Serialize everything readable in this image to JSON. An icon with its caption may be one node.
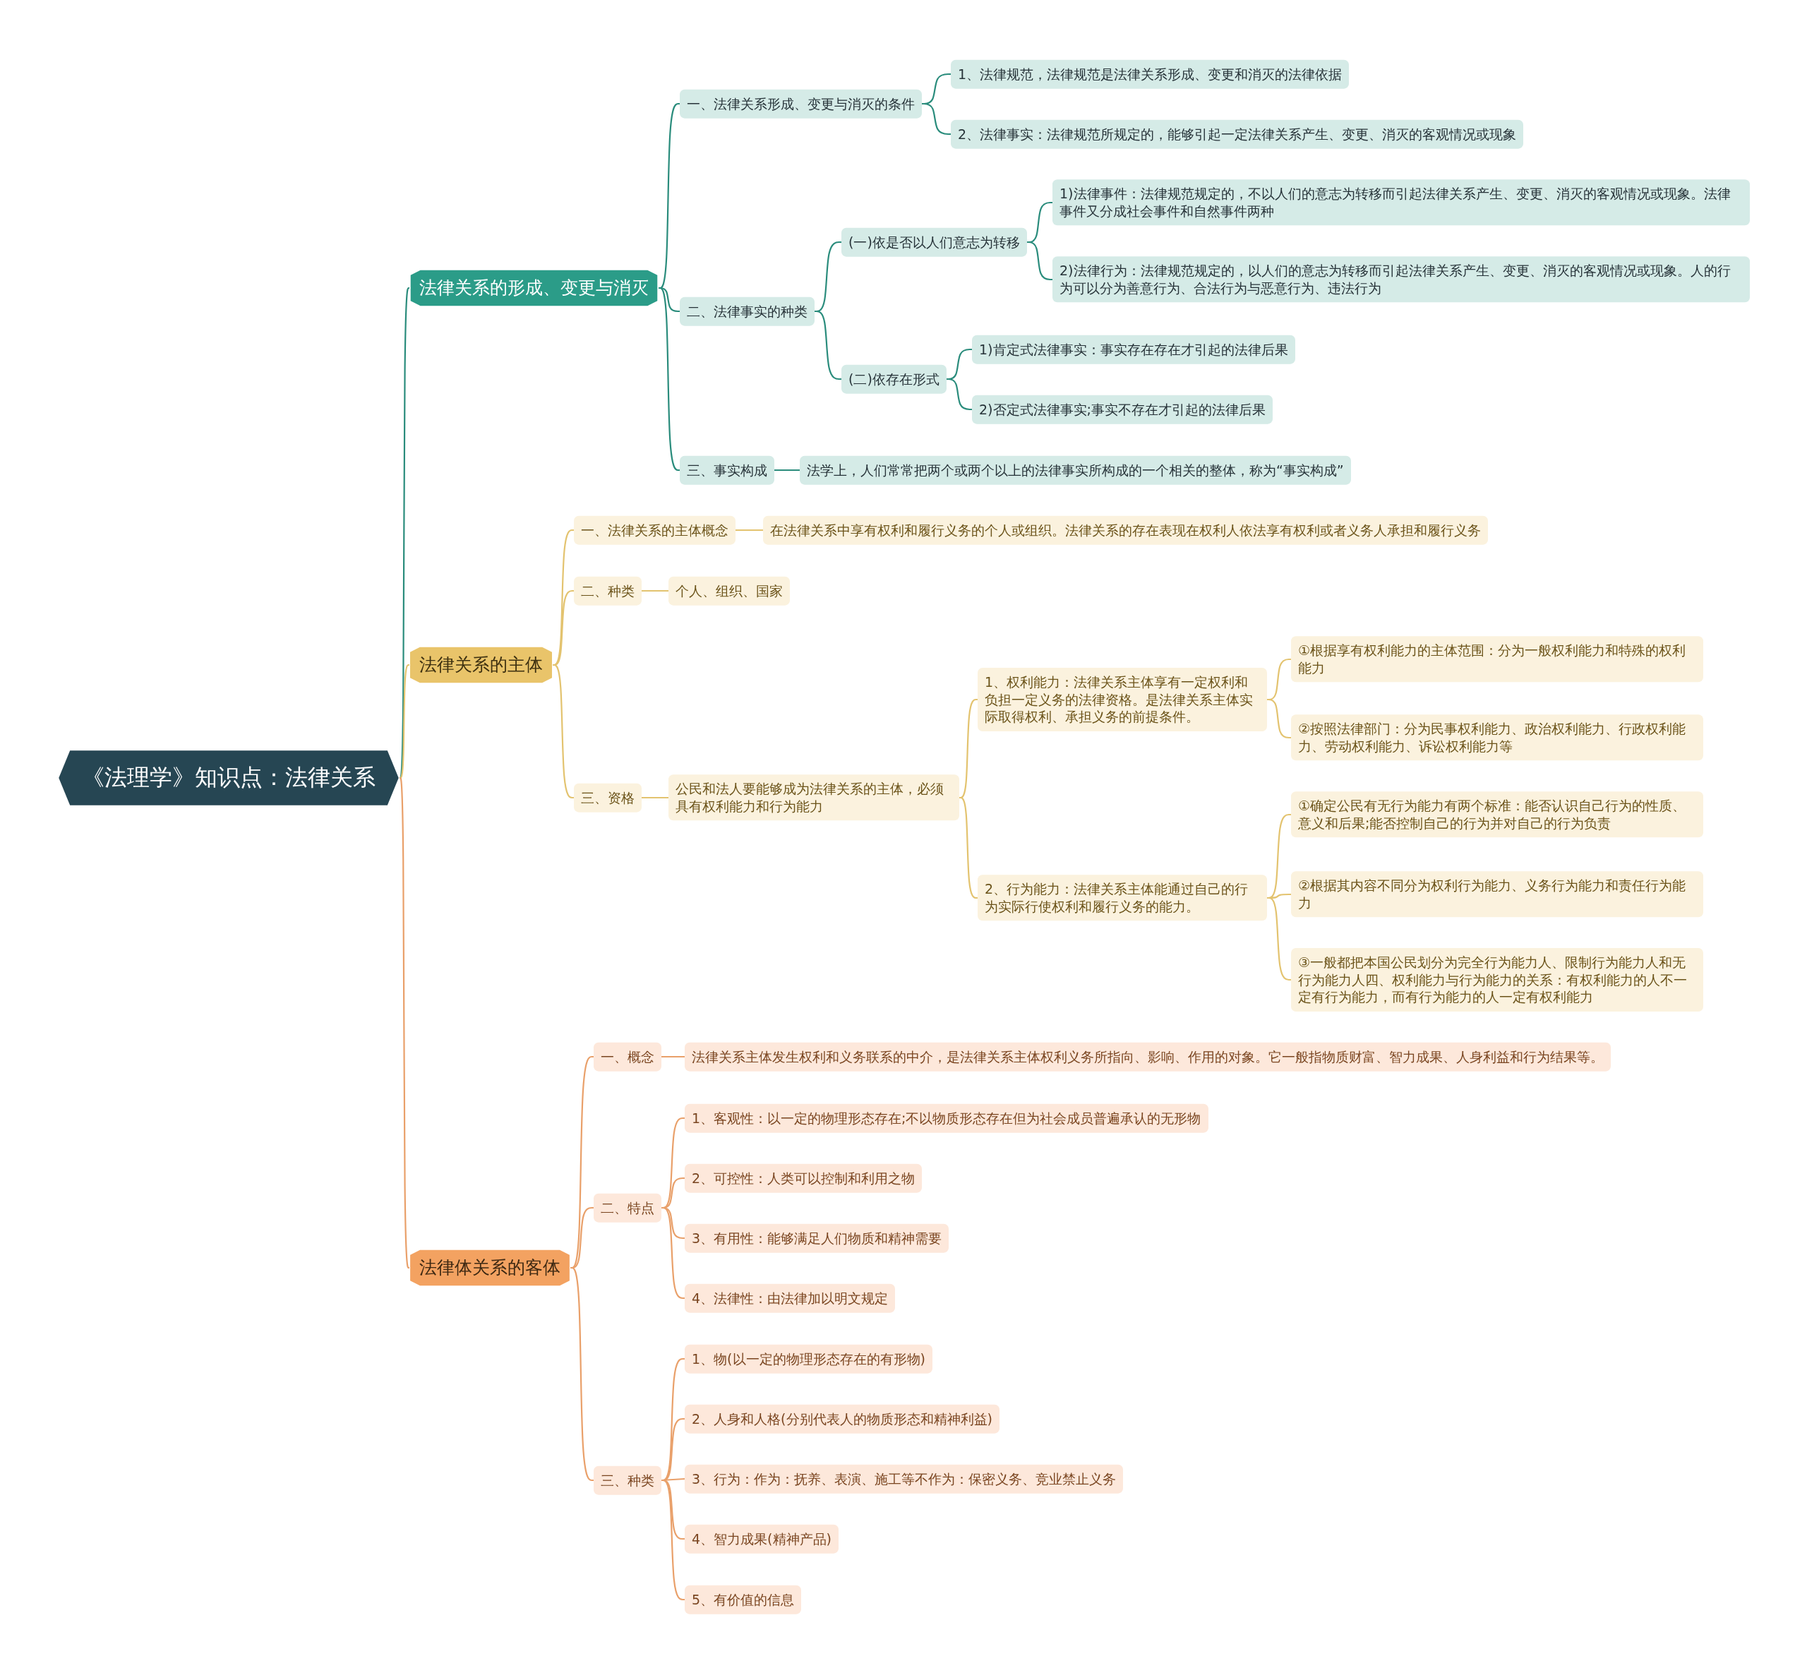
{
  "diagram": {
    "nodes": [
      {
        "text": [
          "《法理学》知识点：法律关系"
        ]
      },
      {
        "text": [
          "法律关系的形成、变更与消灭"
        ]
      },
      {
        "text": [
          "一、法律关系形成、变更与消灭的条件"
        ]
      },
      {
        "text": [
          "1、法律规范，法律规范是法律关系形成、变更和消灭的法律依据"
        ]
      },
      {
        "text": [
          "2、法律事实：法律规范所规定的，能够引起一定法律关系产生、变更、消灭的客观情况或现象"
        ]
      },
      {
        "text": [
          "二、法律事实的种类"
        ]
      },
      {
        "text": [
          "(一)依是否以人们意志为转移"
        ]
      },
      {
        "text": [
          "1)法律事件：法律规范规定的，不以人们的意志为转移而引起法律关系产生、变更、消灭的客观情况或现象。法律事件又分成社会事件和自然事件两种"
        ]
      },
      {
        "text": [
          "2)法律行为：法律规范规定的，以人们的意志为转移而引起法律关系产生、变更、消灭的客观情况或现象。人的行为可以分为善意行为、合法行为与恶意行为、违法行为"
        ]
      },
      {
        "text": [
          "(二)依存在形式"
        ]
      },
      {
        "text": [
          "1)肯定式法律事实：事实存在存在才引起的法律后果"
        ]
      },
      {
        "text": [
          "2)否定式法律事实;事实不存在才引起的法律后果"
        ]
      },
      {
        "text": [
          "三、事实构成"
        ]
      },
      {
        "text": [
          "法学上，人们常常把两个或两个以上的法律事实所构成的一个相关的整体，称为“事实构成”"
        ]
      },
      {
        "text": [
          "法律关系的主体"
        ]
      },
      {
        "text": [
          "一、法律关系的主体概念"
        ]
      },
      {
        "text": [
          "在法律关系中享有权利和履行义务的个人或组织。法律关系的存在表现在权利人依法享有权利或者义务人承担和履行义务"
        ]
      },
      {
        "text": [
          "二、种类"
        ]
      },
      {
        "text": [
          "个人、组织、国家"
        ]
      },
      {
        "text": [
          "三、资格"
        ]
      },
      {
        "text": [
          "公民和法人要能够成为法律关系的主体，必须具有权利能力和行为能力"
        ]
      },
      {
        "text": [
          "1、权利能力：法律关系主体享有一定权利和负担一定义务的法律资格。是法律关系主体实际取得权利、承担义务的前提条件。"
        ]
      },
      {
        "text": [
          "①根据享有权利能力的主体范围：分为一般权利能力和特殊的权利能力"
        ]
      },
      {
        "text": [
          "②按照法律部门：分为民事权利能力、政治权利能力、行政权利能力、劳动权利能力、诉讼权利能力等"
        ]
      },
      {
        "text": [
          "2、行为能力：法律关系主体能通过自己的行为实际行使权利和履行义务的能力。"
        ]
      },
      {
        "text": [
          "①确定公民有无行为能力有两个标准：能否认识自己行为的性质、意义和后果;能否控制自己的行为并对自己的行为负责"
        ]
      },
      {
        "text": [
          "②根据其内容不同分为权利行为能力、义务行为能力和责任行为能力"
        ]
      },
      {
        "text": [
          "③一般都把本国公民划分为完全行为能力人、限制行为能力人和无行为能力人四、权利能力与行为能力的关系：有权利能力的人不一定有行为能力，而有行为能力的人一定有权利能力"
        ]
      },
      {
        "text": [
          "法律体关系的客体"
        ]
      },
      {
        "text": [
          "一、概念"
        ]
      },
      {
        "text": [
          "法律关系主体发生权利和义务联系的中介，是法律关系主体权利义务所指向、影响、作用的对象。它一般指物质财富、智力成果、人身利益和行为结果等。"
        ]
      },
      {
        "text": [
          "二、特点"
        ]
      },
      {
        "text": [
          "1、客观性：以一定的物理形态存在;不以物质形态存在但为社会成员普遍承认的无形物"
        ]
      },
      {
        "text": [
          "2、可控性：人类可以控制和利用之物"
        ]
      },
      {
        "text": [
          "3、有用性：能够满足人们物质和精神需要"
        ]
      },
      {
        "text": [
          "4、法律性：由法律加以明文规定"
        ]
      },
      {
        "text": [
          "三、种类"
        ]
      },
      {
        "text": [
          "1、物(以一定的物理形态存在的有形物)"
        ]
      },
      {
        "text": [
          "2、人身和人格(分别代表人的物质形态和精神利益)"
        ]
      },
      {
        "text": [
          "3、行为：作为：抚养、表演、施工等不作为：保密义务、竞业禁止义务"
        ]
      },
      {
        "text": [
          "4、智力成果(精神产品)"
        ]
      },
      {
        "text": [
          "5、有价值的信息"
        ]
      }
    ],
    "edges": [
      {
        "from": 0,
        "to": 1,
        "arrow": "none",
        "color": "#2a8c7c"
      },
      {
        "from": 1,
        "to": 2,
        "arrow": "none",
        "color": "#2a8c7c"
      },
      {
        "from": 2,
        "to": 3,
        "arrow": "none",
        "color": "#2a8c7c"
      },
      {
        "from": 2,
        "to": 4,
        "arrow": "none",
        "color": "#2a8c7c"
      },
      {
        "from": 1,
        "to": 5,
        "arrow": "none",
        "color": "#2a8c7c"
      },
      {
        "from": 5,
        "to": 6,
        "arrow": "none",
        "color": "#2a8c7c"
      },
      {
        "from": 6,
        "to": 7,
        "arrow": "none",
        "color": "#2a8c7c"
      },
      {
        "from": 6,
        "to": 8,
        "arrow": "none",
        "color": "#2a8c7c"
      },
      {
        "from": 5,
        "to": 9,
        "arrow": "none",
        "color": "#2a8c7c"
      },
      {
        "from": 9,
        "to": 10,
        "arrow": "none",
        "color": "#2a8c7c"
      },
      {
        "from": 9,
        "to": 11,
        "arrow": "none",
        "color": "#2a8c7c"
      },
      {
        "from": 1,
        "to": 12,
        "arrow": "none",
        "color": "#2a8c7c"
      },
      {
        "from": 12,
        "to": 13,
        "arrow": "none",
        "color": "#2a8c7c"
      },
      {
        "from": 0,
        "to": 14,
        "arrow": "none",
        "color": "#e3c36f"
      },
      {
        "from": 14,
        "to": 15,
        "arrow": "none",
        "color": "#e3c36f"
      },
      {
        "from": 15,
        "to": 16,
        "arrow": "none",
        "color": "#e3c36f"
      },
      {
        "from": 14,
        "to": 17,
        "arrow": "none",
        "color": "#e3c36f"
      },
      {
        "from": 17,
        "to": 18,
        "arrow": "none",
        "color": "#e3c36f"
      },
      {
        "from": 14,
        "to": 19,
        "arrow": "none",
        "color": "#e3c36f"
      },
      {
        "from": 19,
        "to": 20,
        "arrow": "none",
        "color": "#e3c36f"
      },
      {
        "from": 20,
        "to": 21,
        "arrow": "none",
        "color": "#e3c36f"
      },
      {
        "from": 21,
        "to": 22,
        "arrow": "none",
        "color": "#e3c36f"
      },
      {
        "from": 21,
        "to": 23,
        "arrow": "none",
        "color": "#e3c36f"
      },
      {
        "from": 20,
        "to": 24,
        "arrow": "none",
        "color": "#e3c36f"
      },
      {
        "from": 24,
        "to": 25,
        "arrow": "none",
        "color": "#e3c36f"
      },
      {
        "from": 24,
        "to": 26,
        "arrow": "none",
        "color": "#e3c36f"
      },
      {
        "from": 24,
        "to": 27,
        "arrow": "none",
        "color": "#e3c36f"
      },
      {
        "from": 0,
        "to": 28,
        "arrow": "none",
        "color": "#e9a06a"
      },
      {
        "from": 28,
        "to": 29,
        "arrow": "none",
        "color": "#e9a06a"
      },
      {
        "from": 29,
        "to": 30,
        "arrow": "none",
        "color": "#e9a06a"
      },
      {
        "from": 28,
        "to": 31,
        "arrow": "none",
        "color": "#e9a06a"
      },
      {
        "from": 31,
        "to": 32,
        "arrow": "none",
        "color": "#e9a06a"
      },
      {
        "from": 31,
        "to": 33,
        "arrow": "none",
        "color": "#e9a06a"
      },
      {
        "from": 31,
        "to": 34,
        "arrow": "none",
        "color": "#e9a06a"
      },
      {
        "from": 31,
        "to": 35,
        "arrow": "none",
        "color": "#e9a06a"
      },
      {
        "from": 28,
        "to": 36,
        "arrow": "none",
        "color": "#e9a06a"
      },
      {
        "from": 36,
        "to": 37,
        "arrow": "none",
        "color": "#e9a06a"
      },
      {
        "from": 36,
        "to": 38,
        "arrow": "none",
        "color": "#e9a06a"
      },
      {
        "from": 36,
        "to": 39,
        "arrow": "none",
        "color": "#e9a06a"
      },
      {
        "from": 36,
        "to": 40,
        "arrow": "none",
        "color": "#e9a06a"
      },
      {
        "from": 36,
        "to": 41,
        "arrow": "none",
        "color": "#e9a06a"
      }
    ]
  }
}
